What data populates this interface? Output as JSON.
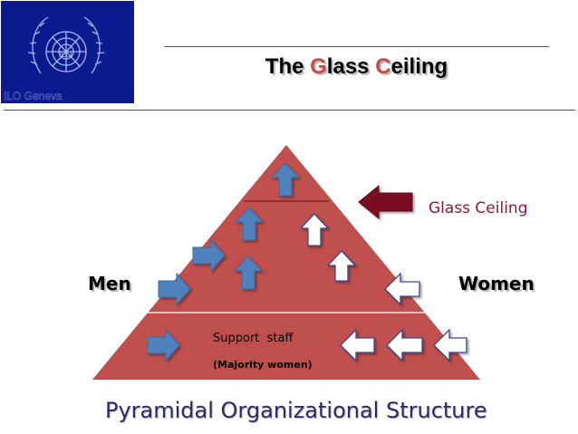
{
  "logo": {
    "caption": "ILO Geneva"
  },
  "title": {
    "word1": "The ",
    "g": "G",
    "rest1": "lass ",
    "c": "C",
    "rest2": "eiling"
  },
  "diagram": {
    "glass_ceiling_label": "Glass Ceiling",
    "men_label": "Men",
    "women_label": "Women",
    "support_label": "Support  staff",
    "majority_label": "(Majority women)",
    "caption": "Pyramidal Organizational Structure"
  },
  "colors": {
    "pyramid": "#c0504d",
    "blue_arrow": "#4f81bd",
    "ceiling_arrow": "#7a0c22",
    "logo_bg": "#0a1a8f"
  }
}
